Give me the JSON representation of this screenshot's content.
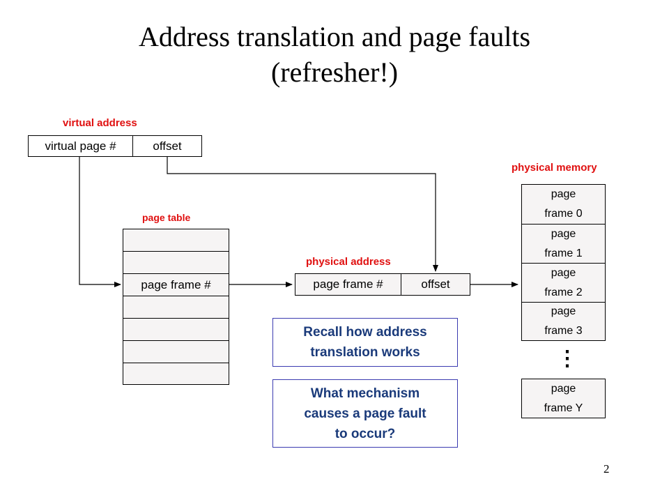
{
  "title": {
    "line1": "Address translation and page faults",
    "line2": "(refresher!)"
  },
  "virtual_address": {
    "label": "virtual address",
    "vpn": "virtual page #",
    "offset": "offset"
  },
  "page_table": {
    "label": "page table",
    "entry": "page frame #"
  },
  "physical_address": {
    "label": "physical address",
    "pfn": "page frame #",
    "offset": "offset"
  },
  "physical_memory": {
    "label": "physical memory",
    "frames": [
      {
        "line1": "page",
        "line2": "frame 0"
      },
      {
        "line1": "page",
        "line2": "frame 1"
      },
      {
        "line1": "page",
        "line2": "frame 2"
      },
      {
        "line1": "page",
        "line2": "frame 3"
      }
    ],
    "ellipsis": "⋮",
    "last_frame": {
      "line1": "page",
      "line2": "frame Y"
    }
  },
  "questions": {
    "q1": {
      "line1": "Recall how address",
      "line2": "translation works"
    },
    "q2": {
      "line1": "What mechanism",
      "line2": "causes a page fault",
      "line3": "to occur?"
    }
  },
  "colors": {
    "label_red": "#e01010",
    "question_text": "#1a3a7a",
    "question_border": "#3a3ab0",
    "box_fill": "#f6f4f4"
  },
  "slide_number": "2"
}
